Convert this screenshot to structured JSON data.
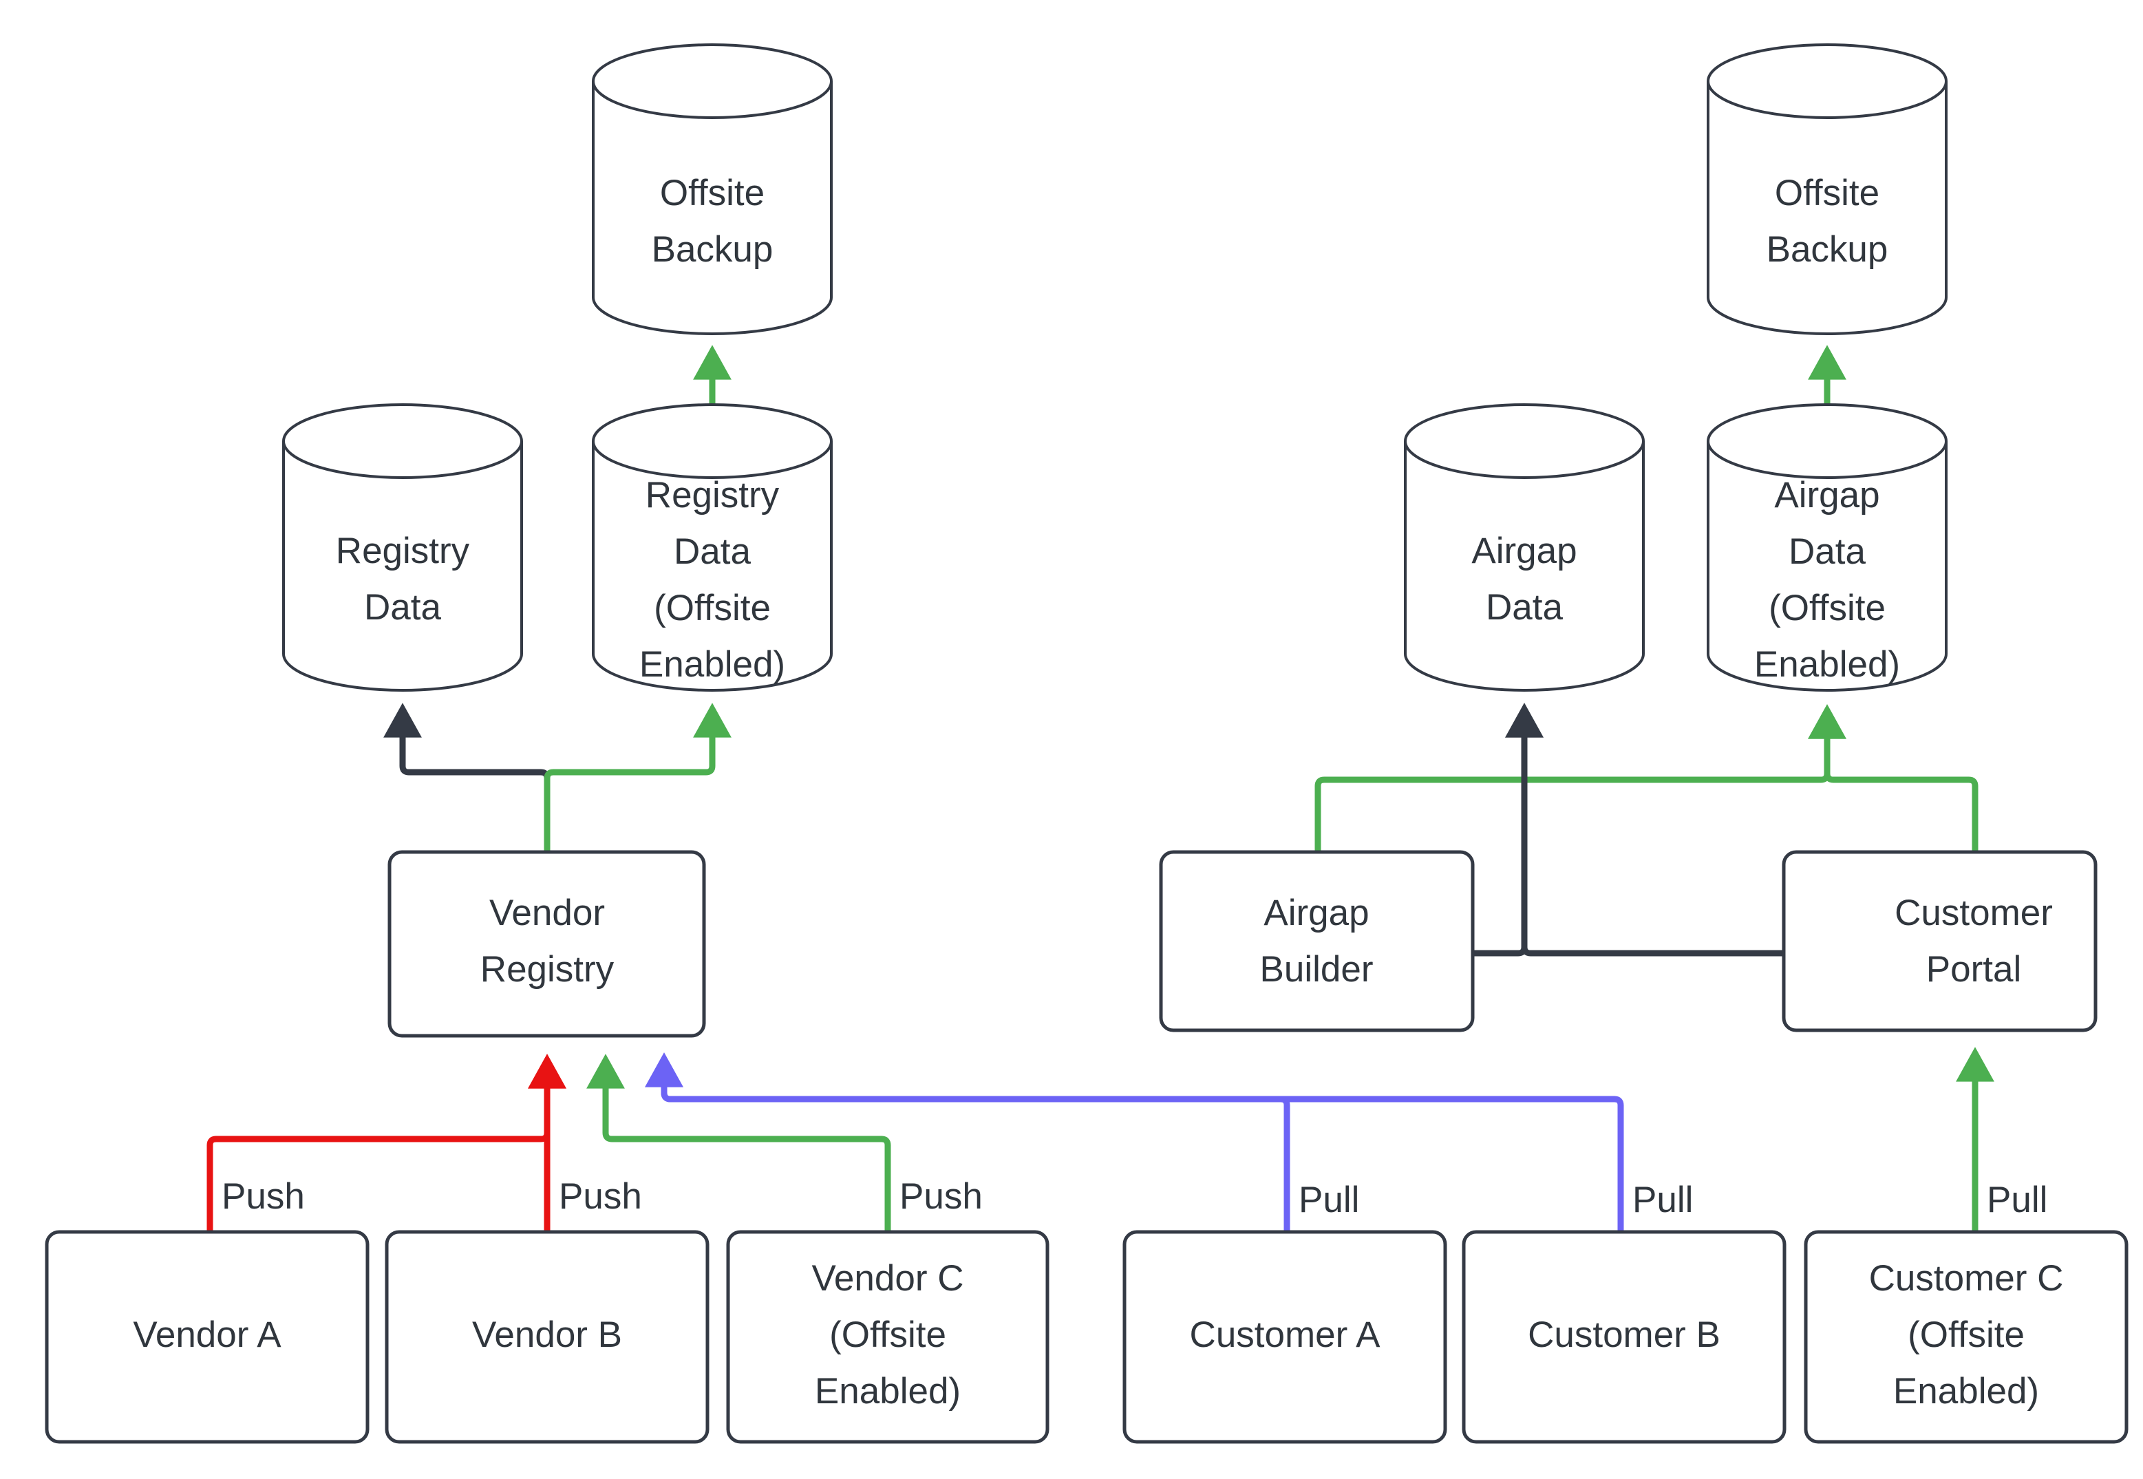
{
  "diagram": {
    "title": "Registry and Airgap Data Flow",
    "background": "#ffffff",
    "colors": {
      "node_stroke": "#343a45",
      "node_fill": "#ffffff",
      "text": "#30363d",
      "edge_dark": "#343a45",
      "edge_green": "#4caf50",
      "edge_red": "#e81313",
      "edge_purple": "#6c63f5"
    },
    "nodes": {
      "offsite_backup_left": {
        "label": "Offsite\nBackup",
        "shape": "cylinder"
      },
      "offsite_backup_right": {
        "label": "Offsite\nBackup",
        "shape": "cylinder"
      },
      "registry_data": {
        "label": "Registry\nData",
        "shape": "cylinder"
      },
      "registry_data_offsite": {
        "label": "Registry\nData\n(Offsite\nEnabled)",
        "shape": "cylinder"
      },
      "airgap_data": {
        "label": "Airgap\nData",
        "shape": "cylinder"
      },
      "airgap_data_offsite": {
        "label": "Airgap\nData\n(Offsite\nEnabled)",
        "shape": "cylinder"
      },
      "vendor_registry": {
        "label": "Vendor\nRegistry",
        "shape": "rounded-rect"
      },
      "airgap_builder": {
        "label": "Airgap\nBuilder",
        "shape": "rounded-rect"
      },
      "customer_portal": {
        "label": "Customer\nPortal",
        "shape": "rounded-rect"
      },
      "vendor_a": {
        "label": "Vendor A",
        "shape": "rounded-rect"
      },
      "vendor_b": {
        "label": "Vendor B",
        "shape": "rounded-rect"
      },
      "vendor_c": {
        "label": "Vendor C\n(Offsite\nEnabled)",
        "shape": "rounded-rect"
      },
      "customer_a": {
        "label": "Customer A",
        "shape": "rounded-rect"
      },
      "customer_b": {
        "label": "Customer B",
        "shape": "rounded-rect"
      },
      "customer_c": {
        "label": "Customer C\n(Offsite\nEnabled)",
        "shape": "rounded-rect"
      }
    },
    "node_text": {
      "offsite_backup_left_l1": "Offsite",
      "offsite_backup_left_l2": "Backup",
      "offsite_backup_right_l1": "Offsite",
      "offsite_backup_right_l2": "Backup",
      "registry_data_l1": "Registry",
      "registry_data_l2": "Data",
      "registry_data_offsite_l1": "Registry",
      "registry_data_offsite_l2": "Data",
      "registry_data_offsite_l3": "(Offsite",
      "registry_data_offsite_l4": "Enabled)",
      "airgap_data_l1": "Airgap",
      "airgap_data_l2": "Data",
      "airgap_data_offsite_l1": "Airgap",
      "airgap_data_offsite_l2": "Data",
      "airgap_data_offsite_l3": "(Offsite",
      "airgap_data_offsite_l4": "Enabled)",
      "vendor_registry_l1": "Vendor",
      "vendor_registry_l2": "Registry",
      "airgap_builder_l1": "Airgap",
      "airgap_builder_l2": "Builder",
      "customer_portal_l1": "Customer",
      "customer_portal_l2": "Portal",
      "vendor_a_l1": "Vendor A",
      "vendor_b_l1": "Vendor B",
      "vendor_c_l1": "Vendor C",
      "vendor_c_l2": "(Offsite",
      "vendor_c_l3": "Enabled)",
      "customer_a_l1": "Customer A",
      "customer_b_l1": "Customer B",
      "customer_c_l1": "Customer C",
      "customer_c_l2": "(Offsite",
      "customer_c_l3": "Enabled)"
    },
    "edge_labels": {
      "vendor_a_push": "Push",
      "vendor_b_push": "Push",
      "vendor_c_push": "Push",
      "customer_a_pull": "Pull",
      "customer_b_pull": "Pull",
      "customer_c_pull": "Pull"
    },
    "edges": [
      {
        "from": "registry_data_offsite",
        "to": "offsite_backup_left",
        "color": "#4caf50",
        "label": ""
      },
      {
        "from": "airgap_data_offsite",
        "to": "offsite_backup_right",
        "color": "#4caf50",
        "label": ""
      },
      {
        "from": "vendor_registry",
        "to": "registry_data",
        "color": "#343a45",
        "label": ""
      },
      {
        "from": "vendor_registry",
        "to": "registry_data_offsite",
        "color": "#4caf50",
        "label": ""
      },
      {
        "from": "vendor_a",
        "to": "vendor_registry",
        "color": "#e81313",
        "label": "Push"
      },
      {
        "from": "vendor_b",
        "to": "vendor_registry",
        "color": "#e81313",
        "label": "Push"
      },
      {
        "from": "vendor_c",
        "to": "vendor_registry",
        "color": "#4caf50",
        "label": "Push"
      },
      {
        "from": "customer_a",
        "to": "vendor_registry",
        "color": "#6c63f5",
        "label": "Pull"
      },
      {
        "from": "customer_b",
        "to": "vendor_registry",
        "color": "#6c63f5",
        "label": "Pull"
      },
      {
        "from": "customer_c",
        "to": "customer_portal",
        "color": "#4caf50",
        "label": "Pull"
      },
      {
        "from": "airgap_builder",
        "to": "airgap_data_offsite",
        "color": "#4caf50",
        "label": ""
      },
      {
        "from": "customer_portal",
        "to": "airgap_data_offsite",
        "color": "#4caf50",
        "label": ""
      },
      {
        "from": "airgap_builder",
        "to": "airgap_data",
        "color": "#343a45",
        "label": ""
      },
      {
        "from": "customer_portal",
        "to": "airgap_data",
        "color": "#343a45",
        "label": ""
      }
    ]
  }
}
